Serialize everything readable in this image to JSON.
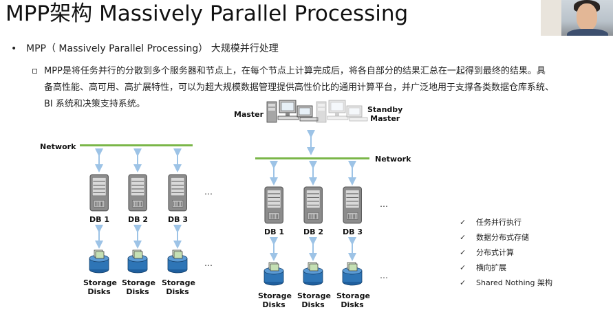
{
  "title": "MPP架构 Massively Parallel Processing",
  "bullet": {
    "text": "MPP（ Massively Parallel Processing） 大规模并行处理"
  },
  "sub_bullet": {
    "lines": [
      "MPP是将任务并行的分散到多个服务器和节点上，在每个节点上计算完成后，将各自部分的结果汇总在一起得到最终的结果。具",
      "备高性能、高可用、高扩展特性，可以为超大规模数据管理提供高性价比的通用计算平台，并广泛地用于支撑各类数据仓库系统、",
      "BI 系统和决策支持系统。"
    ]
  },
  "diagram_left": {
    "network_label": "Network",
    "db_labels": [
      "DB 1",
      "DB 2",
      "DB 3"
    ],
    "storage_label_line1": "Storage",
    "storage_label_line2": "Disks",
    "ellipsis": "…"
  },
  "diagram_right": {
    "master_label": "Master",
    "standby_label_line1": "Standby",
    "standby_label_line2": "Master",
    "network_label": "Network",
    "db_labels": [
      "DB 1",
      "DB 2",
      "DB 3"
    ],
    "storage_label_line1": "Storage",
    "storage_label_line2": "Disks",
    "ellipsis": "…"
  },
  "checklist": {
    "check_glyph": "✓",
    "items": [
      "任务并行执行",
      "数据分布式存储",
      "分布式计算",
      "横向扩展",
      "Shared Nothing 架构"
    ]
  },
  "colors": {
    "network": "#7ab648",
    "arrow": "#9dc3e6",
    "server": "#7f7f7f",
    "disk": "#2e75b6"
  }
}
